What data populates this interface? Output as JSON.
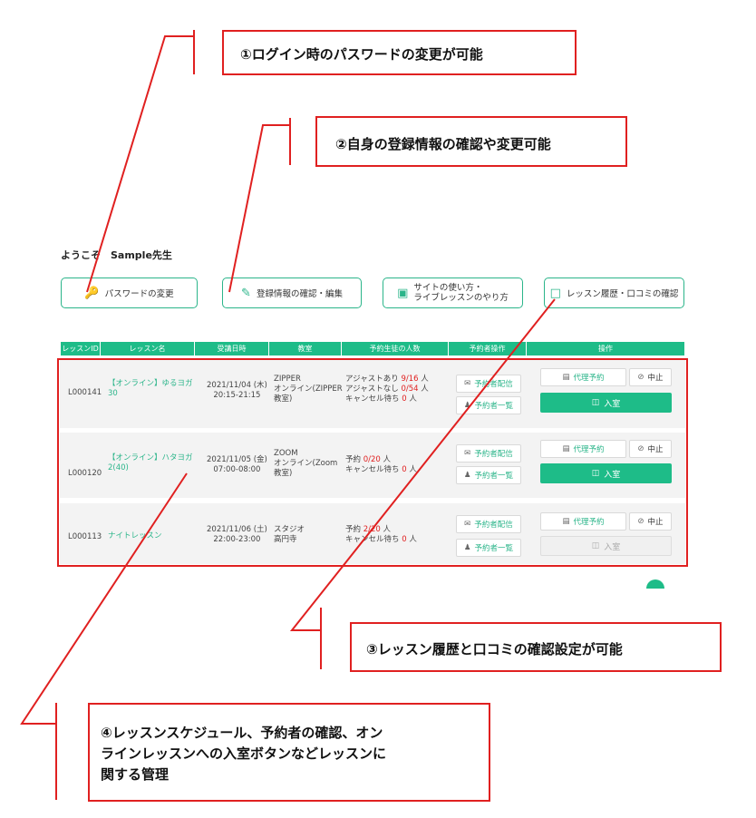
{
  "callouts": {
    "c1": "①ログイン時のパスワードの変更が可能",
    "c2": "②自身の登録情報の確認や変更可能",
    "c3": "③レッスン履歴と口コミの確認設定が可能",
    "c4_line1": "④レッスンスケジュール、予約者の確認、オン",
    "c4_line2": "ラインレッスンへの入室ボタンなどレッスンに",
    "c4_line3": "関する管理"
  },
  "welcome": "ようこそ　Sample先生",
  "top_buttons": {
    "password": "パスワードの変更",
    "profile": "登録情報の確認・編集",
    "guide_line1": "サイトの使い方・",
    "guide_line2": "ライブレッスンのやり方",
    "history": "レッスン履歴・口コミの確認"
  },
  "table": {
    "headers": [
      "レッスンID",
      "レッスン名",
      "受講日時",
      "教室",
      "予約生徒の人数",
      "予約者操作",
      "操作"
    ],
    "rows": [
      {
        "id": "L000141",
        "name_line1": "【オンライン】ゆるヨガ",
        "name_line2": "30",
        "date": "2021/11/04 (木)",
        "time": "20:15-21:15",
        "room_line1": "ZIPPER",
        "room_line2": "オンライン(ZIPPER",
        "room_line3": "教室)",
        "seats_line1_label": "アジャストあり",
        "seats_line1_value": "9/16",
        "seats_line1_unit": "人",
        "seats_line2_label": "アジャストなし",
        "seats_line2_value": "0/54",
        "seats_line2_unit": "人",
        "seats_line3_label": "キャンセル待ち",
        "seats_line3_value": "0",
        "seats_line3_unit": "人"
      },
      {
        "id": "L000120",
        "name_line1": "【オンライン】ハタヨガ",
        "name_line2": "2(40)",
        "date": "2021/11/05 (金)",
        "time": "07:00-08:00",
        "room_line1": "ZOOM",
        "room_line2": "オンライン(Zoom",
        "room_line3": "教室)",
        "seats_line1_label": "予約",
        "seats_line1_value": "0/20",
        "seats_line1_unit": "人",
        "seats_line3_label": "キャンセル待ち",
        "seats_line3_value": "0",
        "seats_line3_unit": "人"
      },
      {
        "id": "L000113",
        "name_line1": "ナイトレッスン",
        "date": "2021/11/06 (土)",
        "time": "22:00-23:00",
        "room_line1": "スタジオ",
        "room_line2": "高円寺",
        "seats_line1_label": "予約",
        "seats_line1_value": "2/20",
        "seats_line1_unit": "人",
        "seats_line3_label": "キャンセル待ち",
        "seats_line3_value": "0",
        "seats_line3_unit": "人"
      }
    ],
    "send_label": "予約者配信",
    "list_label": "予約者一覧",
    "proxy_label": "代理予約",
    "cancel_label": "中止",
    "enter_label": "入室"
  },
  "colors": {
    "accent": "#1ebc88",
    "callout": "#e02020",
    "row_bg": "#f3f3f3"
  }
}
